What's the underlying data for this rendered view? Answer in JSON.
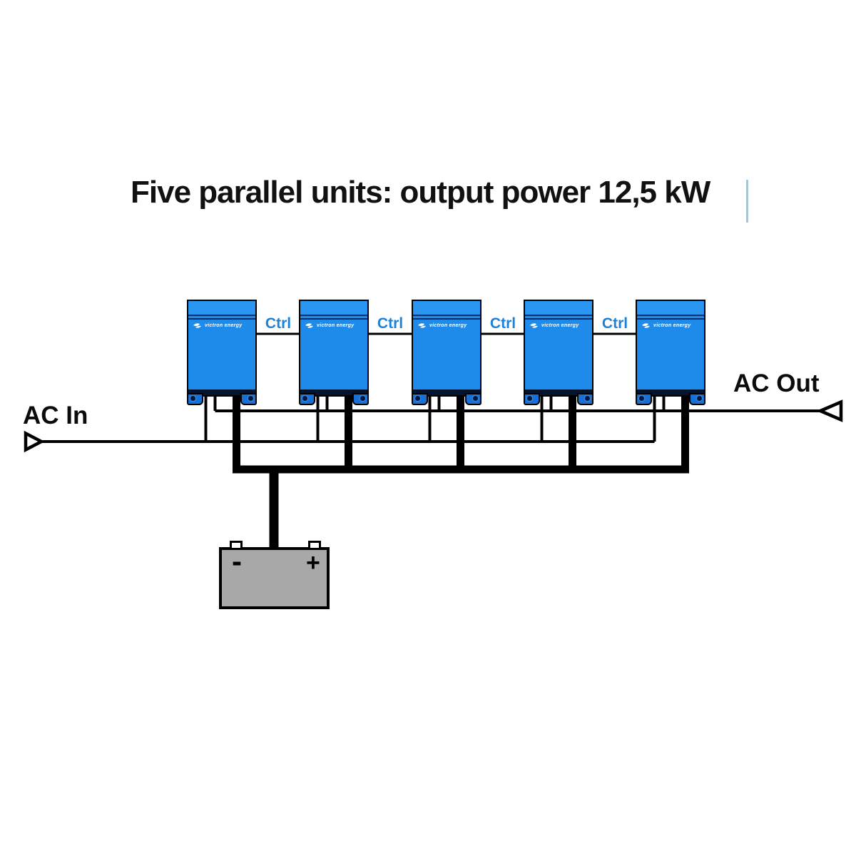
{
  "title": {
    "text": "Five parallel units: output power 12,5 kW"
  },
  "labels": {
    "ac_in": "AC In",
    "ac_out": "AC Out",
    "ctrl": "Ctrl",
    "battery_minus": "-",
    "battery_plus": "+"
  },
  "units": [
    {
      "brand": "victron energy"
    },
    {
      "brand": "victron energy"
    },
    {
      "brand": "victron energy"
    },
    {
      "brand": "victron energy"
    },
    {
      "brand": "victron energy"
    }
  ],
  "icons": {
    "ac_in_arrow": "open-triangle-pointing-right",
    "ac_out_arrow": "open-triangle-opening-right",
    "victron_logo": "white-double-swirl"
  },
  "colors": {
    "title_text": "#111111",
    "cursor": "#a7c6d2",
    "unit_body": "#1e8bea",
    "unit_header": "#2a96f2",
    "unit_accent_dark": "#0a2f6e",
    "unit_foot": "#1670d6",
    "ctrl_text": "#1c82d8",
    "wire": "#000000",
    "battery_fill": "#a8a8a8"
  }
}
